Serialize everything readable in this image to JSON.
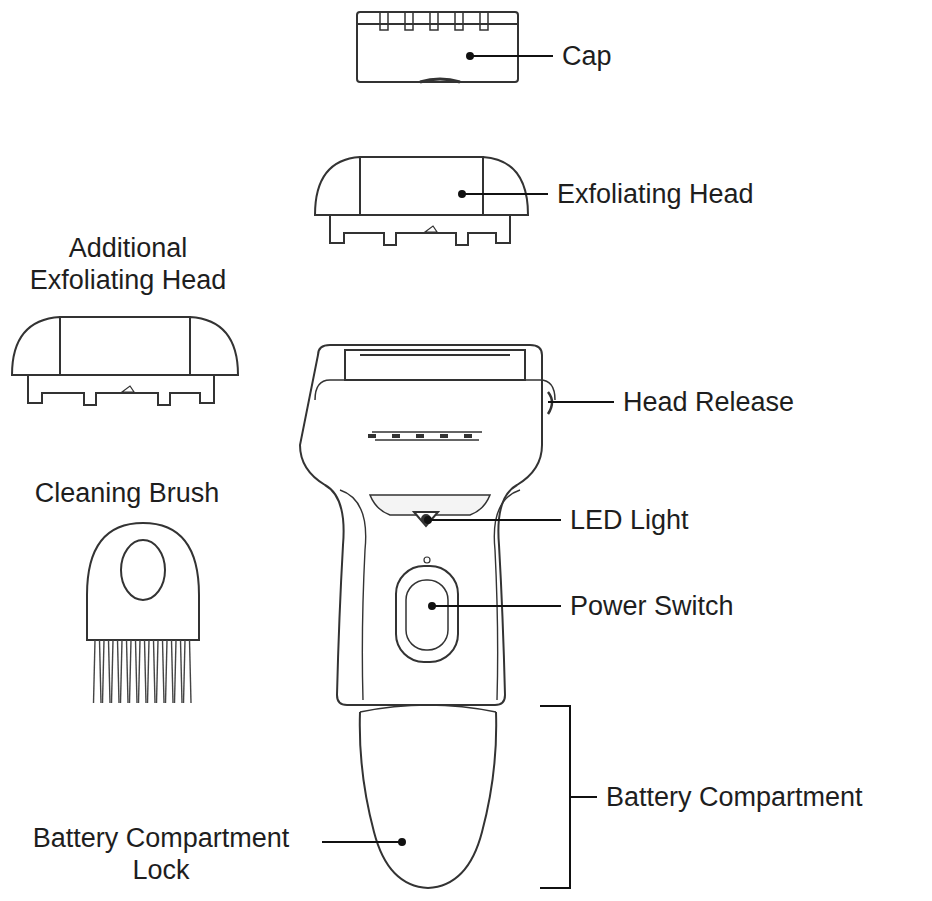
{
  "diagram": {
    "labels": [
      "Cap",
      "Exfoliating Head",
      "Additional Exfoliating Head",
      "Cleaning Brush",
      "Head Release",
      "LED Light",
      "Power Switch",
      "Battery Compartment",
      "Battery Compartment Lock"
    ]
  }
}
